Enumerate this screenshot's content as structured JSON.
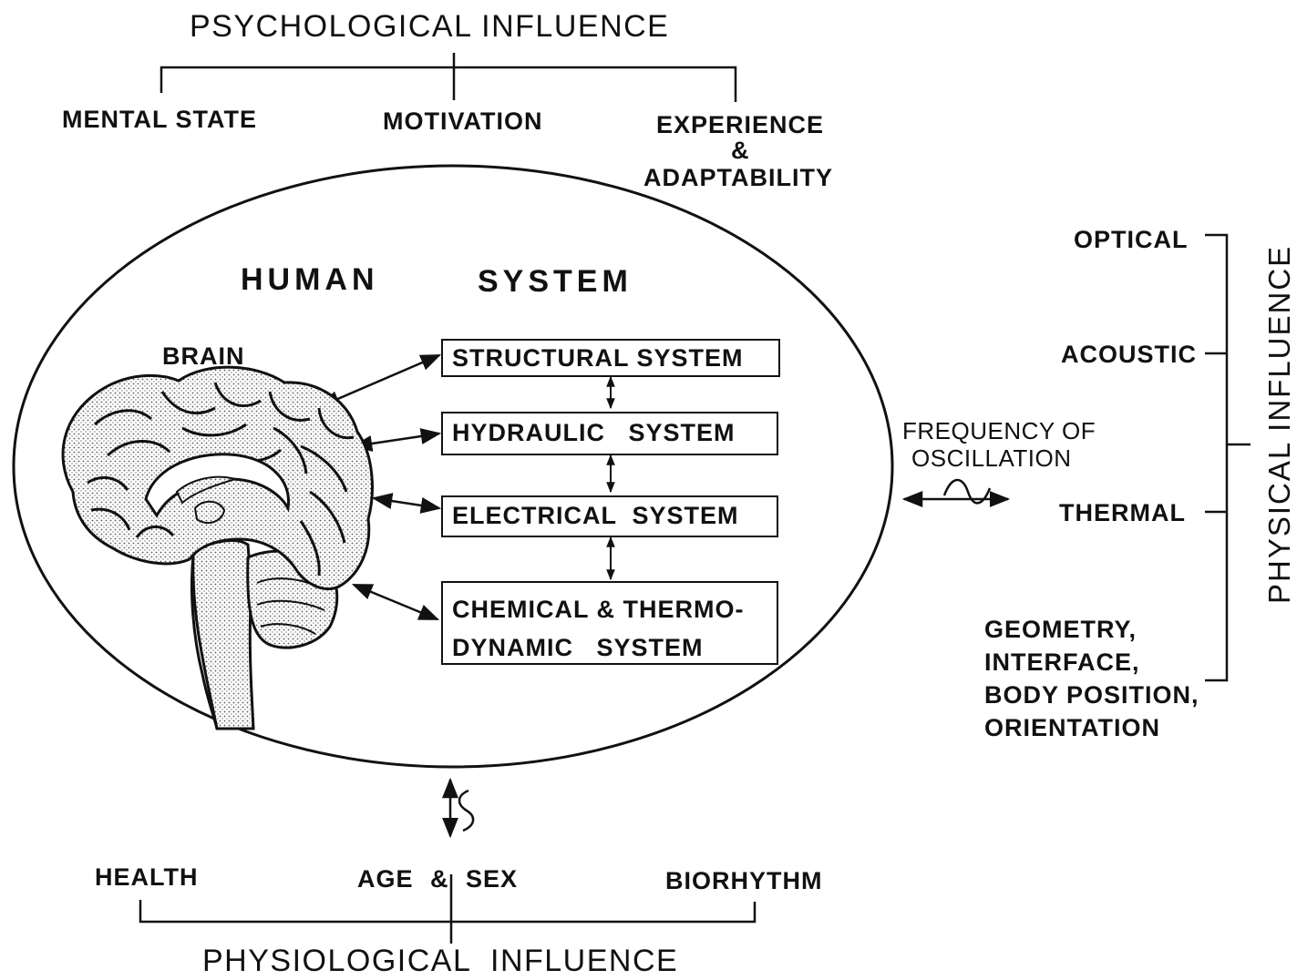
{
  "psychological": {
    "title": "PSYCHOLOGICAL INFLUENCE",
    "items": [
      "MENTAL STATE",
      "MOTIVATION",
      "EXPERIENCE",
      "&",
      "ADAPTABILITY"
    ]
  },
  "human_system": {
    "title_left": "HUMAN",
    "title_right": "SYSTEM",
    "brain_label": "BRAIN",
    "systems": [
      {
        "line1": "STRUCTURAL SYSTEM"
      },
      {
        "line1": "HYDRAULIC   SYSTEM"
      },
      {
        "line1": "ELECTRICAL  SYSTEM"
      },
      {
        "line1": "CHEMICAL & THERMO-",
        "line2": "DYNAMIC   SYSTEM"
      }
    ]
  },
  "frequency": {
    "line1": "FREQUENCY OF",
    "line2": "OSCILLATION"
  },
  "physical": {
    "title": "PHYSICAL INFLUENCE",
    "items": [
      "OPTICAL",
      "ACOUSTIC",
      "THERMAL"
    ],
    "geometry_lines": [
      "GEOMETRY,",
      "INTERFACE,",
      "BODY POSITION,",
      "ORIENTATION"
    ]
  },
  "physiological": {
    "title": "PHYSIOLOGICAL  INFLUENCE",
    "items": [
      "HEALTH",
      "AGE & SEX",
      "BIORHYTHM"
    ]
  }
}
